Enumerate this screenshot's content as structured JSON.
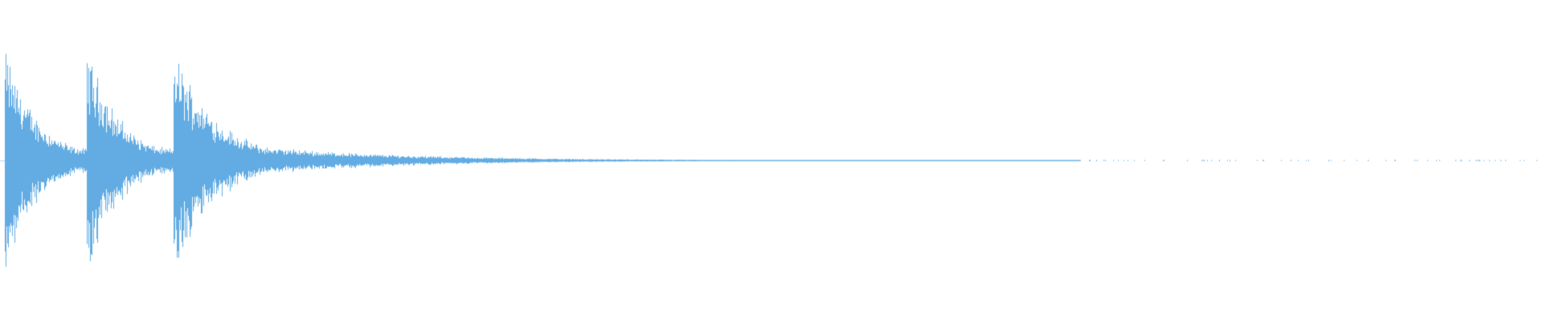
{
  "waveform": {
    "color": "#62ace3",
    "background": "#ffffff",
    "peak_amplitude": 0.96,
    "transients": [
      {
        "time_fraction": 0.003,
        "peak": 0.96,
        "decay": 0.06
      },
      {
        "time_fraction": 0.056,
        "peak": 0.98,
        "decay": 0.06
      },
      {
        "time_fraction": 0.112,
        "peak": 0.96,
        "decay": 0.08
      }
    ],
    "tail_end_fraction": 0.7,
    "sparse_end_fraction": 0.7
  }
}
